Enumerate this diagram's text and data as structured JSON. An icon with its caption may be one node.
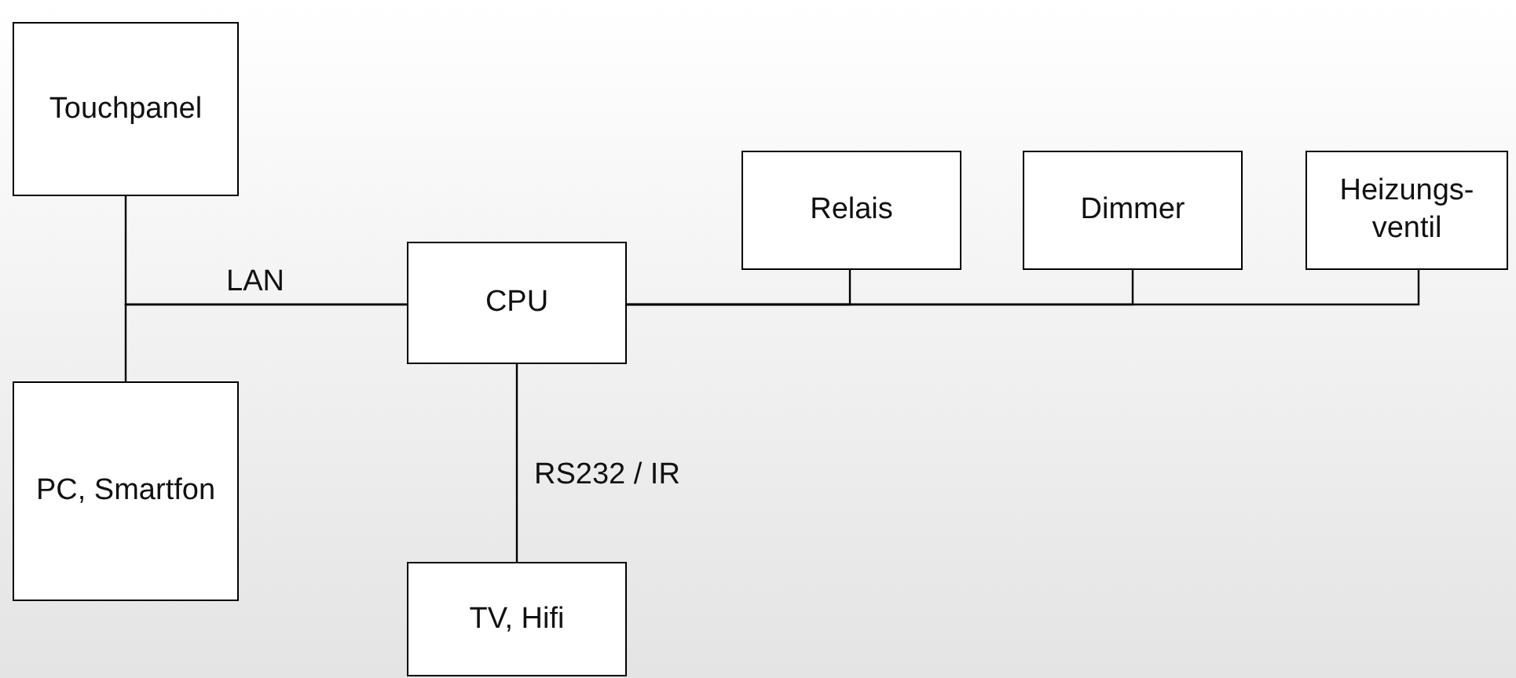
{
  "diagram": {
    "nodes": [
      {
        "text": [
          "Touchpanel"
        ]
      },
      {
        "text": [
          "Relais"
        ]
      },
      {
        "text": [
          "Dimmer"
        ]
      },
      {
        "text": [
          "Heizungs- ventil"
        ]
      },
      {
        "text": [
          "CPU"
        ]
      },
      {
        "text": [
          "PC, Smartfon"
        ]
      },
      {
        "text": [
          "TV, Hifi"
        ]
      }
    ],
    "edges": [
      {
        "from": 0,
        "to": 4,
        "arrow": "none",
        "label": "LAN"
      },
      {
        "from": 5,
        "to": 4,
        "arrow": "none"
      },
      {
        "from": 4,
        "to": 1,
        "arrow": "none"
      },
      {
        "from": 4,
        "to": 2,
        "arrow": "none"
      },
      {
        "from": 4,
        "to": 3,
        "arrow": "none"
      },
      {
        "from": 4,
        "to": 6,
        "arrow": "none",
        "label": "RS232 / IR"
      }
    ]
  }
}
